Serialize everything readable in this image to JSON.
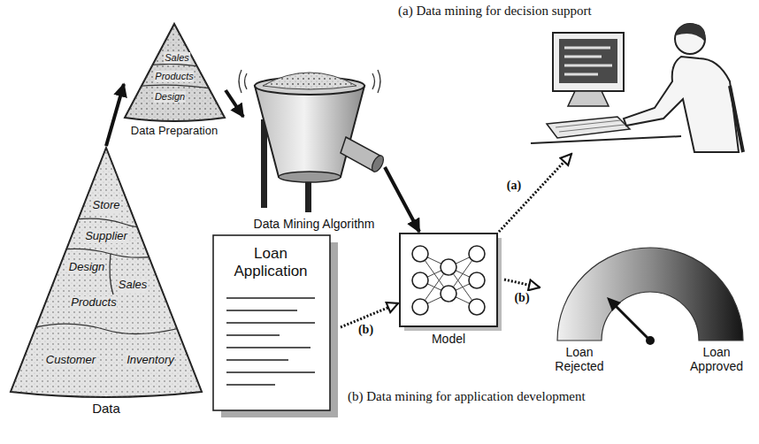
{
  "diagram": {
    "nodes": [
      {
        "text": [
          "Store",
          "Supplier",
          "Design",
          "Sales",
          "Products",
          "Customer",
          "Inventory",
          "Data"
        ]
      },
      {
        "text": [
          "Sales",
          "Products",
          "Design",
          "Data Preparation"
        ]
      },
      {
        "text": [
          "Data Mining Algorithm"
        ]
      },
      {
        "text": [
          "(a) Data mining for decision support"
        ]
      },
      {
        "text": [
          "Model"
        ]
      },
      {
        "text": [
          "Loan Application"
        ]
      },
      {
        "text": [
          "Loan Rejected",
          "Loan Approved"
        ]
      }
    ],
    "edges": [
      {
        "from": 0,
        "to": 1,
        "arrow": "to"
      },
      {
        "from": 1,
        "to": 2,
        "arrow": "to"
      },
      {
        "from": 2,
        "to": 4,
        "arrow": "to"
      },
      {
        "from": 4,
        "to": 3,
        "label": "(a)",
        "arrow": "to"
      },
      {
        "from": 5,
        "to": 4,
        "label": "(b)",
        "arrow": "to"
      },
      {
        "from": 4,
        "to": 6,
        "label": "(b)",
        "arrow": "to"
      }
    ],
    "labels": [
      "(b) Data mining for application development"
    ]
  }
}
